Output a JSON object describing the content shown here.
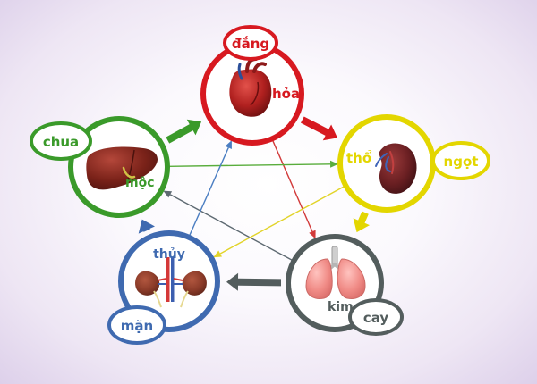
{
  "diagram": {
    "elements": {
      "hoa": {
        "element": "hỏa",
        "taste": "đắng",
        "color": "#d71920",
        "taste_color": "#d71920"
      },
      "tho": {
        "element": "thổ",
        "taste": "ngọt",
        "color": "#e3d600",
        "taste_color": "#e3d600"
      },
      "kim": {
        "element": "kim",
        "taste": "cay",
        "color": "#535d5d",
        "taste_color": "#535d5d"
      },
      "thuy": {
        "element": "thủy",
        "taste": "mặn",
        "color": "#3f6ab0",
        "taste_color": "#3f6ab0"
      },
      "moc": {
        "element": "mộc",
        "taste": "chua",
        "color": "#3a9a2a",
        "taste_color": "#3a9a2a"
      }
    },
    "organs": {
      "hoa": "heart-icon",
      "tho": "spleen-icon",
      "kim": "lungs-icon",
      "thuy": "kidneys-icon",
      "moc": "liver-icon"
    },
    "generating_cycle": [
      "moc",
      "hoa",
      "tho",
      "kim",
      "thuy"
    ],
    "controlling_cycle": [
      [
        "hoa",
        "kim"
      ],
      [
        "kim",
        "moc"
      ],
      [
        "moc",
        "tho"
      ],
      [
        "tho",
        "thuy"
      ],
      [
        "thuy",
        "hoa"
      ]
    ],
    "controlling_colors": {
      "hoa-kim": "#d23a3a",
      "kim-moc": "#5e6a72",
      "moc-tho": "#59ad3c",
      "tho-thuy": "#e2d42a",
      "thuy-hoa": "#4b7ec2"
    }
  }
}
